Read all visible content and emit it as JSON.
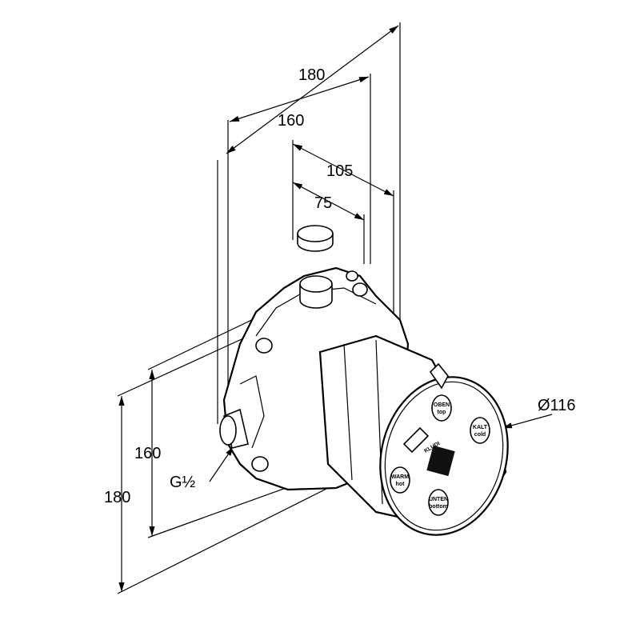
{
  "drawing": {
    "dimensions": {
      "top_width_outer": "180",
      "top_width_inner": "160",
      "depth_outer": "105",
      "depth_inner": "75",
      "height_inner": "160",
      "height_outer": "180",
      "diameter": "Ø116",
      "thread": "G½"
    },
    "cap_labels": {
      "top": {
        "de": "OBEN",
        "en": "top"
      },
      "cold": {
        "de": "KALT",
        "en": "cold"
      },
      "hot": {
        "de": "WARM",
        "en": "hot"
      },
      "bottom": {
        "de": "UNTEN",
        "en": "bottom"
      },
      "brand": "KLUDI"
    }
  }
}
